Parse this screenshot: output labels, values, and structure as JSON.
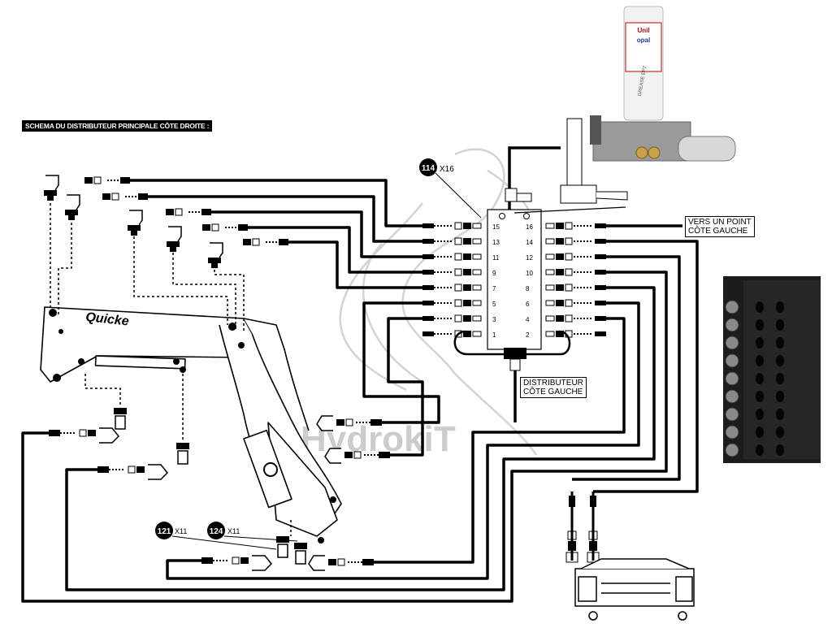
{
  "title": "SCHEMA DU DISTRIBUTEUR PRINCIPALE CÔTE DROITE :",
  "callouts": {
    "to_left_point": [
      "VERS UN POINT",
      "CÔTE GAUCHE"
    ],
    "left_distributor": [
      "DISTRIBUTEUR",
      "CÔTE GAUCHE"
    ]
  },
  "part_refs": [
    {
      "number": "114",
      "qty": "X16"
    },
    {
      "number": "121",
      "qty": "X11"
    },
    {
      "number": "124",
      "qty": "X11"
    }
  ],
  "distributor_outlets": {
    "left": [
      "15",
      "13",
      "11",
      "9",
      "7",
      "5",
      "3",
      "1"
    ],
    "right": [
      "16",
      "14",
      "12",
      "10",
      "8",
      "6",
      "4",
      "2"
    ]
  },
  "loader_brand": "Quicke",
  "watermark": "HydrokiT",
  "grease_cartridge_text": [
    "Unil",
    "opal",
    "GREASE EP2"
  ],
  "colors": {
    "line": "#000000",
    "watermark": "#c9c9c9",
    "block": "#1c1c1c"
  }
}
